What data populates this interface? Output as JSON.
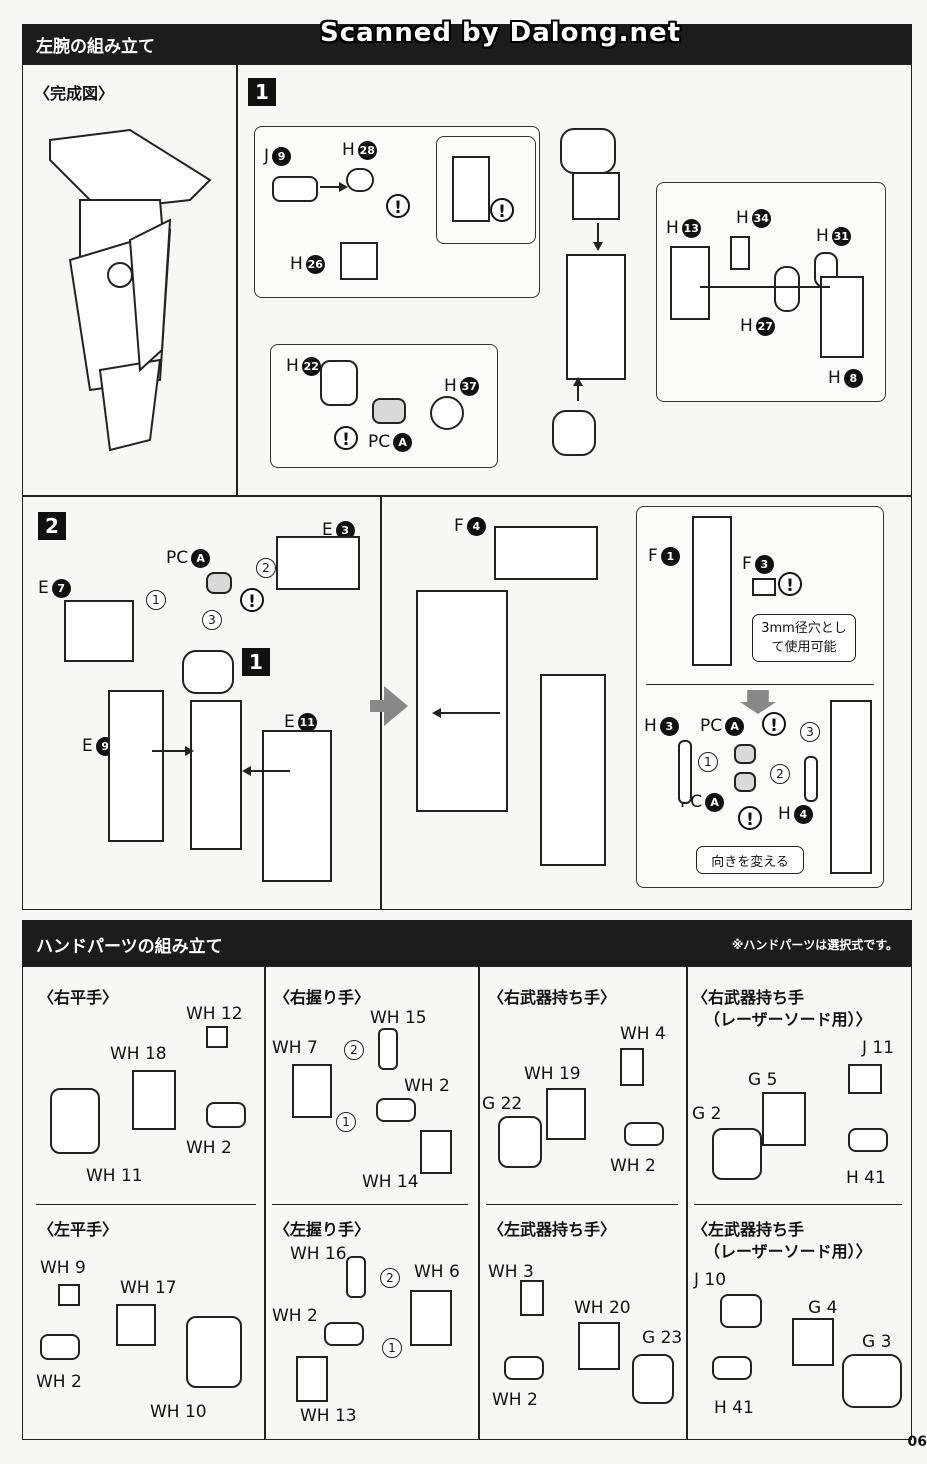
{
  "watermark": "Scanned by Dalong.net",
  "section1": {
    "title": "左腕の組み立て",
    "completed_label": "〈完成図〉",
    "step1": {
      "number": "1",
      "parts": {
        "j9": {
          "letter": "J",
          "num": "9"
        },
        "h28": {
          "letter": "H",
          "num": "28"
        },
        "h26": {
          "letter": "H",
          "num": "26"
        },
        "h13": {
          "letter": "H",
          "num": "13"
        },
        "h34": {
          "letter": "H",
          "num": "34"
        },
        "h31": {
          "letter": "H",
          "num": "31"
        },
        "h27": {
          "letter": "H",
          "num": "27"
        },
        "h8": {
          "letter": "H",
          "num": "8"
        },
        "h22": {
          "letter": "H",
          "num": "22"
        },
        "h37": {
          "letter": "H",
          "num": "37"
        },
        "pca": {
          "letter": "PC",
          "num": "A"
        }
      }
    },
    "step2": {
      "number": "2",
      "sub_step_ref": "1",
      "parts": {
        "pca": {
          "letter": "PC",
          "num": "A"
        },
        "e3": {
          "letter": "E",
          "num": "3"
        },
        "e7": {
          "letter": "E",
          "num": "7"
        },
        "e9": {
          "letter": "E",
          "num": "9"
        },
        "e11": {
          "letter": "E",
          "num": "11"
        },
        "f4": {
          "letter": "F",
          "num": "4"
        },
        "f1": {
          "letter": "F",
          "num": "1"
        },
        "f3": {
          "letter": "F",
          "num": "3"
        },
        "h3": {
          "letter": "H",
          "num": "3"
        },
        "pca2": {
          "letter": "PC",
          "num": "A"
        },
        "pca3": {
          "letter": "PC",
          "num": "A"
        },
        "h4": {
          "letter": "H",
          "num": "4"
        }
      },
      "callout_hole": "3mm径穴とし\nて使用可能",
      "callout_orient": "向きを変える"
    },
    "warn": "!",
    "order": [
      "1",
      "2",
      "3"
    ]
  },
  "section2": {
    "title": "ハンドパーツの組み立て",
    "note": "※ハンドパーツは選択式です。",
    "panels": [
      {
        "title": "〈右平手〉",
        "parts": [
          "WH 12",
          "WH 18",
          "WH 2",
          "WH 11"
        ]
      },
      {
        "title": "〈右握り手〉",
        "parts": [
          "WH 15",
          "WH 7",
          "WH 2",
          "WH 14"
        ]
      },
      {
        "title": "〈右武器持ち手〉",
        "parts": [
          "WH 4",
          "WH 19",
          "G 22",
          "WH 2"
        ]
      },
      {
        "title": "〈右武器持ち手",
        "title2": "（レーザーソード用）〉",
        "parts": [
          "J 11",
          "G 5",
          "G 2",
          "H 41"
        ]
      },
      {
        "title": "〈左平手〉",
        "parts": [
          "WH 9",
          "WH 17",
          "WH 2",
          "WH 10"
        ]
      },
      {
        "title": "〈左握り手〉",
        "parts": [
          "WH 16",
          "WH 6",
          "WH 2",
          "WH 13"
        ]
      },
      {
        "title": "〈左武器持ち手〉",
        "parts": [
          "WH 3",
          "WH 20",
          "G 23",
          "WH 2"
        ]
      },
      {
        "title": "〈左武器持ち手",
        "title2": "（レーザーソード用）〉",
        "parts": [
          "J 10",
          "G 4",
          "G 3",
          "H 41"
        ]
      }
    ]
  },
  "page_number": "06"
}
